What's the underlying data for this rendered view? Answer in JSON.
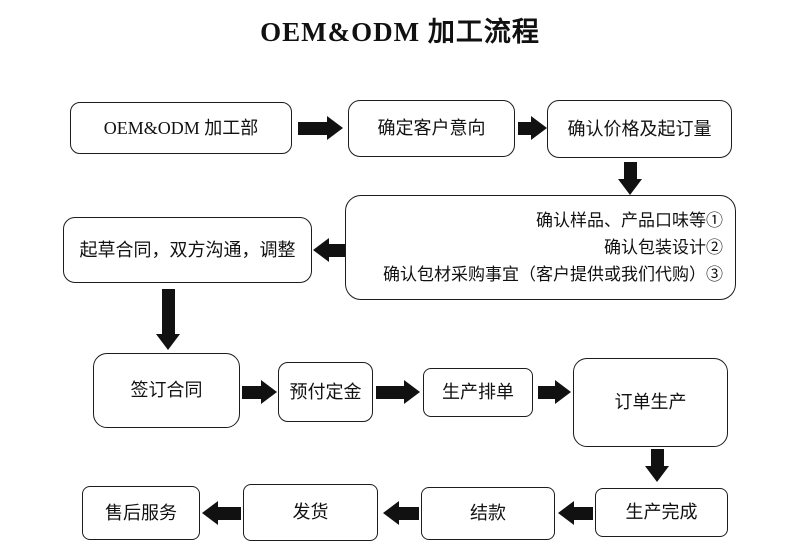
{
  "title": "OEM&ODM 加工流程",
  "colors": {
    "line": "#111111",
    "box_border": "#1c1c1c",
    "background": "#ffffff",
    "text": "#111111"
  },
  "nodes": {
    "dept": "OEM&ODM 加工部",
    "customer_intent": "确定客户意向",
    "price_moq": "确认价格及起订量",
    "confirm_lines": [
      "确认样品、产品口味等①",
      "确认包装设计②",
      "确认包材采购事宜（客户提供或我们代购）③"
    ],
    "draft_contract": "起草合同，双方沟通，调整",
    "sign_contract": "签订合同",
    "deposit": "预付定金",
    "production_schedule": "生产排单",
    "order_production": "订单生产",
    "production_complete": "生产完成",
    "settle_payment": "结款",
    "shipment": "发货",
    "after_sales": "售后服务"
  }
}
